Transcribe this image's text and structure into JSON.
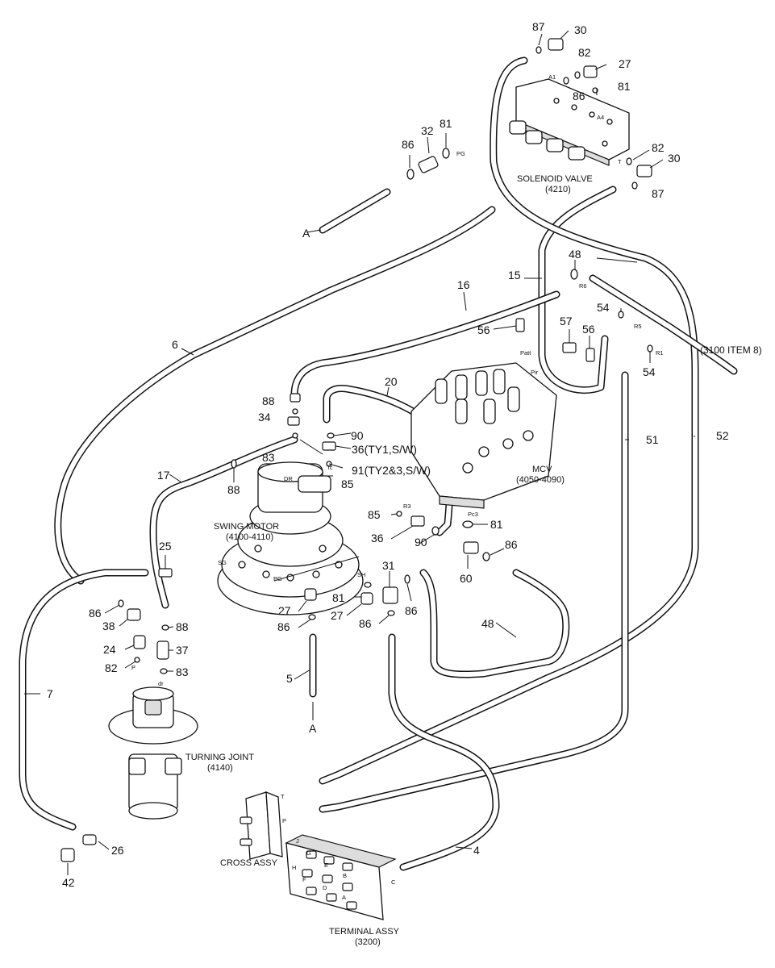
{
  "callouts": {
    "p87a": "87",
    "p30a": "30",
    "p82a": "82",
    "p27a": "27",
    "p81a": "81",
    "p86a": "86",
    "p32": "32",
    "p81b": "81",
    "p86b": "86",
    "p82b": "82",
    "p30b": "30",
    "p87b": "87",
    "pA_top": "A",
    "p48a": "48",
    "p15": "15",
    "p16": "16",
    "p6": "6",
    "p54a": "54",
    "p56a": "56",
    "p57": "57",
    "p56b": "56",
    "p54b": "54",
    "p3100": "(3100 ITEM 8)",
    "p88a": "88",
    "p34": "34",
    "p20": "20",
    "p90a": "90",
    "p36a": "36(TY1,S/W)",
    "p83a": "83",
    "p91": "91(TY2&3,S/W)",
    "p85a": "85",
    "p17": "17",
    "p88b": "88",
    "p51": "51",
    "p52": "52",
    "p85b": "85",
    "p81c": "81",
    "p36b": "36",
    "p90b": "90",
    "p86c": "86",
    "p25": "25",
    "p60": "60",
    "p31": "31",
    "p81d": "81",
    "p86d": "86",
    "p27b": "27",
    "p27c": "27",
    "p86e": "86",
    "p86f": "86",
    "p48b": "48",
    "p86g": "86",
    "p38": "38",
    "p88c": "88",
    "p24": "24",
    "p37": "37",
    "p82c": "82",
    "p83b": "83",
    "p5": "5",
    "p7": "7",
    "pA_bot": "A",
    "p4": "4",
    "p26": "26",
    "p42": "42"
  },
  "captions": {
    "solenoid_title": "SOLENOID VALVE",
    "solenoid_code": "(4210)",
    "mcv_title": "MCV",
    "mcv_code": "(4050-4090)",
    "swing_title": "SWING MOTOR",
    "swing_code": "(4100-4110)",
    "turning_title": "TURNING JOINT",
    "turning_code": "(4140)",
    "cross_title": "CROSS ASSY",
    "terminal_title": "TERMINAL ASSY",
    "terminal_code": "(3200)"
  },
  "ports": {
    "A1": "A1",
    "A4": "A4",
    "PG": "PG",
    "T_sol": "T",
    "R6": "R6",
    "R5": "R5",
    "R1": "R1",
    "Patt": "Patt",
    "Pir": "Pir",
    "R3": "R3",
    "Pc3": "Pc3",
    "Tc": "Tc",
    "DR": "DR",
    "PG_motor": "PG",
    "SG": "SG",
    "SH": "SH",
    "P_tj": "P",
    "DR_tj": "dr",
    "T_cross": "T",
    "P_cross": "P",
    "J": "J",
    "G": "G",
    "E": "E",
    "B": "B",
    "H": "H",
    "F": "F",
    "D": "D",
    "A_term": "A",
    "C": "C"
  }
}
